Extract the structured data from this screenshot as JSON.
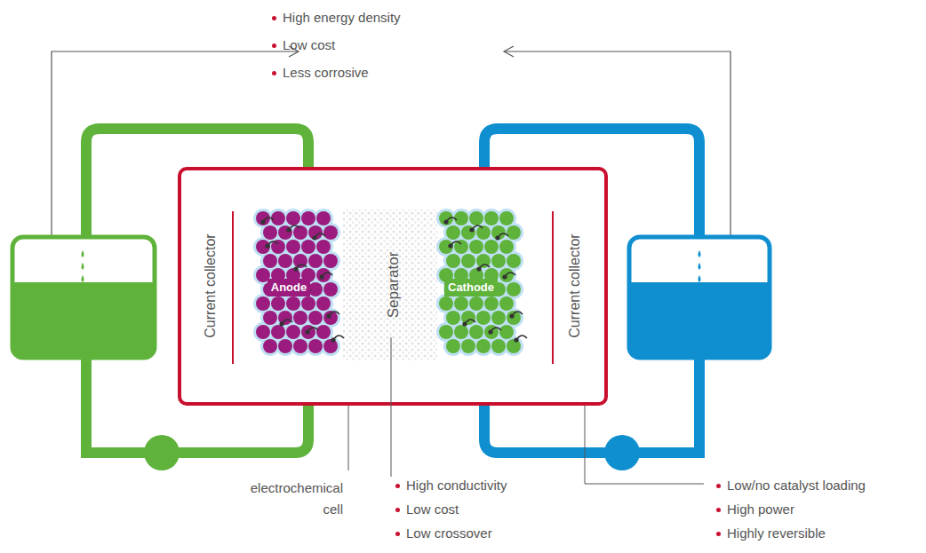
{
  "diagram": {
    "nodes": [
      {
        "text": [
          "Anode"
        ]
      },
      {
        "text": [
          "Separator"
        ]
      },
      {
        "text": [
          "Cathode"
        ]
      }
    ],
    "labels": [
      "High energy density",
      "Low cost",
      "Less corrosive",
      "Current collector",
      "Current collector",
      "electrochemical cell",
      "High conductivity",
      "Low cost",
      "Low crossover",
      "Low/no catalyst loading",
      "High power",
      "Highly reversible"
    ]
  }
}
